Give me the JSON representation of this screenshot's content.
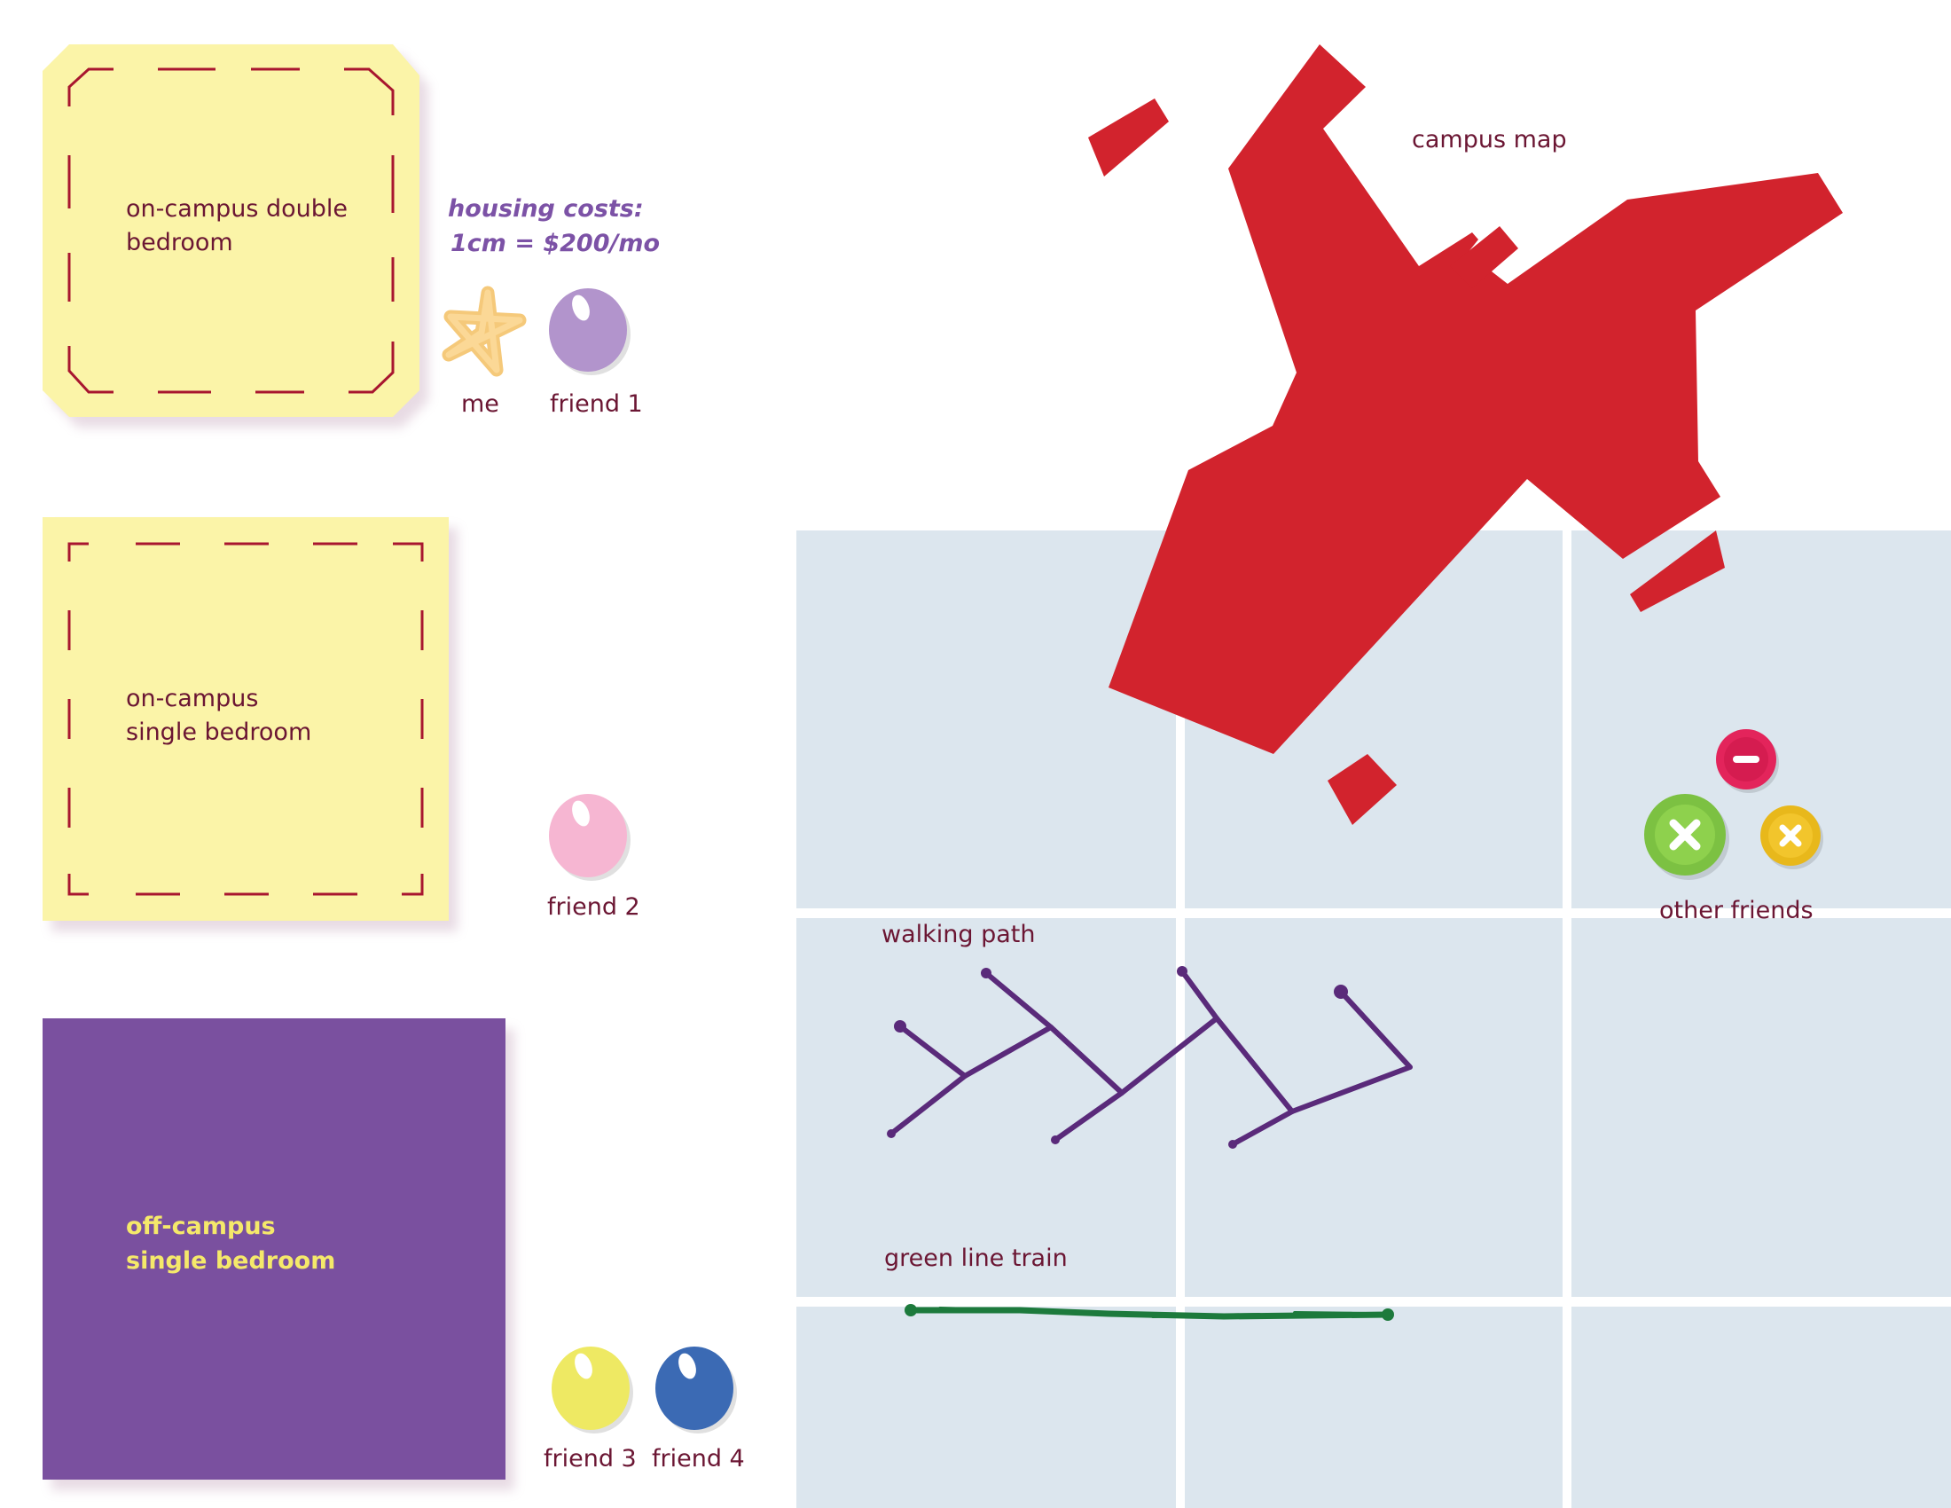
{
  "housing": {
    "double": {
      "label_line1": "on-campus double",
      "label_line2": "bedroom"
    },
    "single": {
      "label_line1": "on-campus",
      "label_line2": "single bedroom"
    },
    "offcampus": {
      "label_line1": "off-campus",
      "label_line2": "single bedroom"
    }
  },
  "costs": {
    "line1": "housing costs:",
    "line2": "1cm = $200/mo"
  },
  "tokens": {
    "me": "me",
    "friend1": "friend 1",
    "friend2": "friend 2",
    "friend3": "friend 3",
    "friend4": "friend 4",
    "other_friends": "other friends"
  },
  "map": {
    "campus_label": "campus map",
    "walking_path_label": "walking path",
    "train_label": "green line train"
  },
  "colors": {
    "sticky_yellow": "#fbf4a8",
    "dash_red": "#a8162f",
    "offcampus_purple": "#7a509f",
    "offcampus_text": "#f5e96a",
    "campus_red": "#d2232d",
    "grid_blue": "#dce6ee",
    "path_purple": "#5a2a7a",
    "train_green": "#1d7a3c",
    "costs_purple": "#7c52a6",
    "label_maroon": "#6b1633"
  }
}
